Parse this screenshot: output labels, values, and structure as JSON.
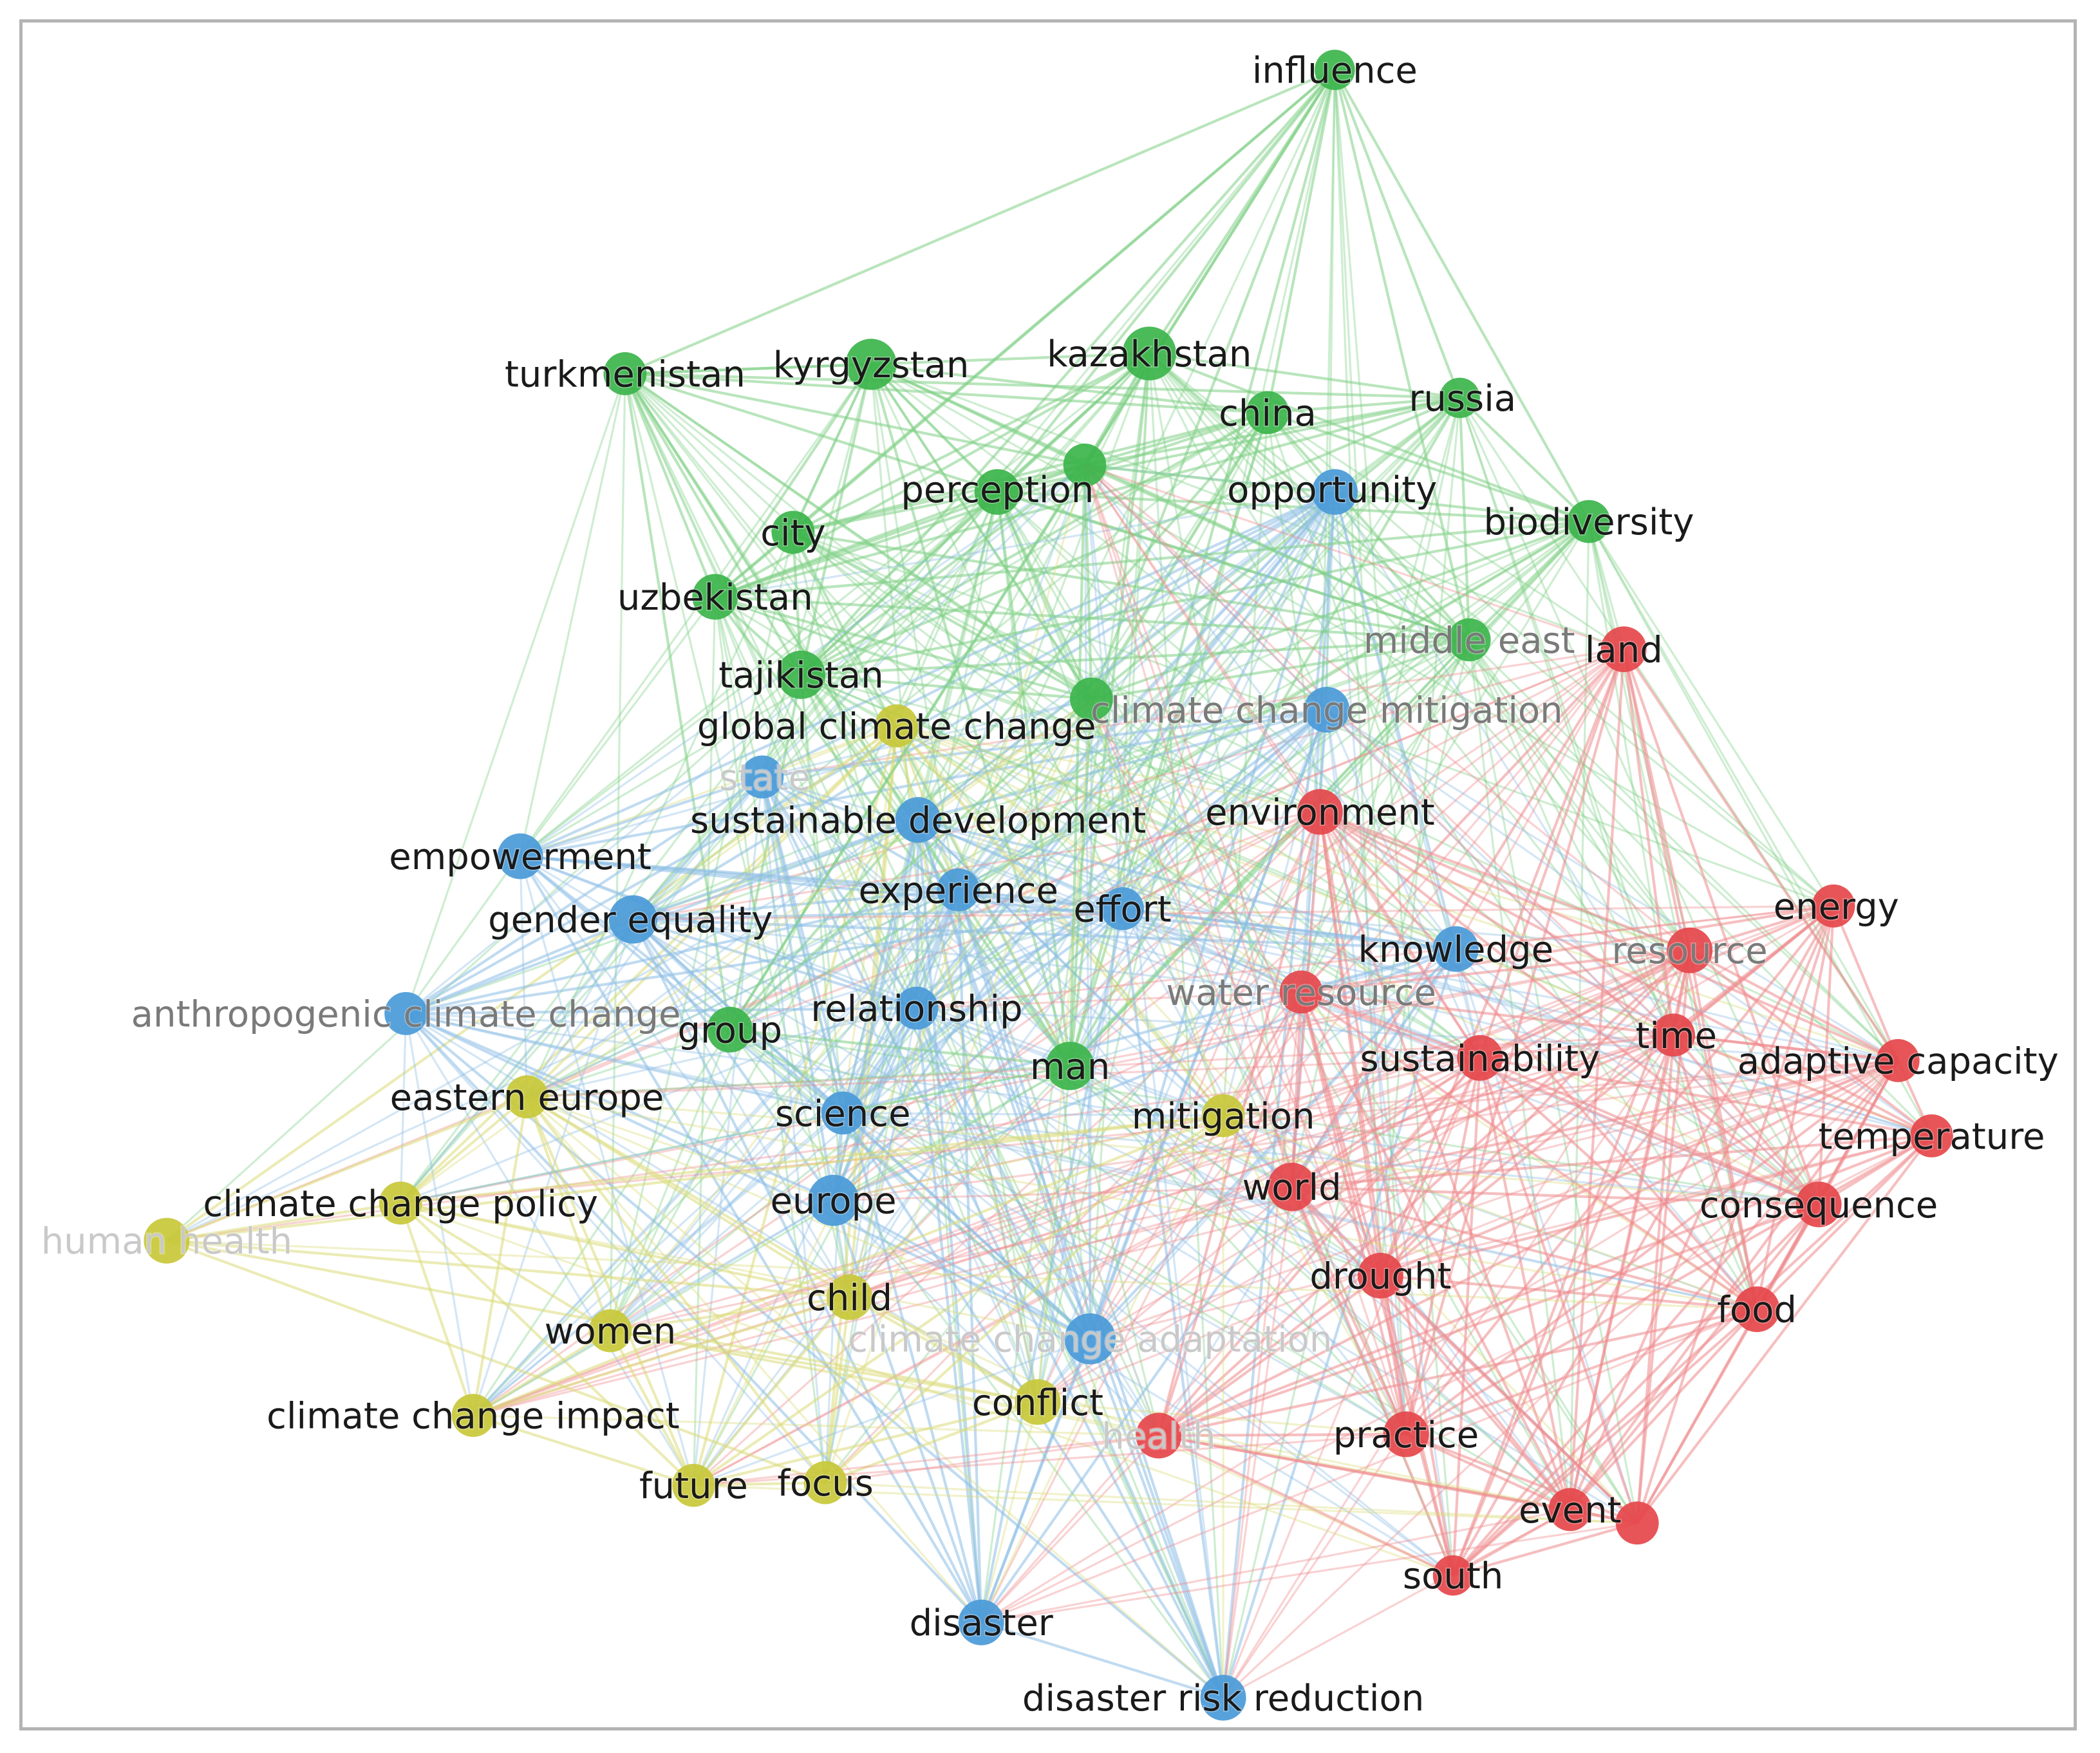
{
  "colors": {
    "red": "#e5474b",
    "green": "#3cb44b",
    "blue": "#4a9ad8",
    "yellow": "#c8c83a"
  },
  "nodes": [
    {
      "id": "influence",
      "label": "influence",
      "cluster": "green"
    },
    {
      "id": "turkmenistan",
      "label": "turkmenistan",
      "cluster": "green"
    },
    {
      "id": "kyrgyzstan",
      "label": "kyrgyzstan",
      "cluster": "green"
    },
    {
      "id": "kazakhstan",
      "label": "kazakhstan",
      "cluster": "green"
    },
    {
      "id": "china",
      "label": "china",
      "cluster": "green"
    },
    {
      "id": "russia",
      "label": "russia",
      "cluster": "green"
    },
    {
      "id": "perception",
      "label": "perception",
      "cluster": "green"
    },
    {
      "id": "opportunity",
      "label": "opportunity",
      "cluster": "blue"
    },
    {
      "id": "city",
      "label": "city",
      "cluster": "green"
    },
    {
      "id": "biodiversity",
      "label": "biodiversity",
      "cluster": "green"
    },
    {
      "id": "uzbekistan",
      "label": "uzbekistan",
      "cluster": "green"
    },
    {
      "id": "middle_east",
      "label": "middle east",
      "cluster": "green"
    },
    {
      "id": "land",
      "label": "land",
      "cluster": "red"
    },
    {
      "id": "tajikistan",
      "label": "tajikistan",
      "cluster": "green"
    },
    {
      "id": "climate_change_mitigation",
      "label": "climate change mitigation",
      "cluster": "blue"
    },
    {
      "id": "global_climate_change",
      "label": "global climate change",
      "cluster": "yellow"
    },
    {
      "id": "state",
      "label": "state",
      "cluster": "blue"
    },
    {
      "id": "sustainable_development",
      "label": "sustainable development",
      "cluster": "blue"
    },
    {
      "id": "environment",
      "label": "environment",
      "cluster": "red"
    },
    {
      "id": "empowerment",
      "label": "empowerment",
      "cluster": "blue"
    },
    {
      "id": "experience",
      "label": "experience",
      "cluster": "blue"
    },
    {
      "id": "effort",
      "label": "effort",
      "cluster": "blue"
    },
    {
      "id": "energy",
      "label": "energy",
      "cluster": "red"
    },
    {
      "id": "gender_equality",
      "label": "gender equality",
      "cluster": "blue"
    },
    {
      "id": "knowledge",
      "label": "knowledge",
      "cluster": "blue"
    },
    {
      "id": "resource",
      "label": "resource",
      "cluster": "red"
    },
    {
      "id": "water_resource",
      "label": "water resource",
      "cluster": "red"
    },
    {
      "id": "anthropogenic_climate_change",
      "label": "anthropogenic climate change",
      "cluster": "blue"
    },
    {
      "id": "group",
      "label": "group",
      "cluster": "green"
    },
    {
      "id": "relationship",
      "label": "relationship",
      "cluster": "blue"
    },
    {
      "id": "time",
      "label": "time",
      "cluster": "red"
    },
    {
      "id": "sustainability",
      "label": "sustainability",
      "cluster": "red"
    },
    {
      "id": "adaptive_capacity",
      "label": "adaptive capacity",
      "cluster": "red"
    },
    {
      "id": "man",
      "label": "man",
      "cluster": "green"
    },
    {
      "id": "eastern_europe",
      "label": "eastern europe",
      "cluster": "yellow"
    },
    {
      "id": "science",
      "label": "science",
      "cluster": "blue"
    },
    {
      "id": "mitigation",
      "label": "mitigation",
      "cluster": "yellow"
    },
    {
      "id": "temperature",
      "label": "temperature",
      "cluster": "red"
    },
    {
      "id": "world",
      "label": "world",
      "cluster": "red"
    },
    {
      "id": "consequence",
      "label": "consequence",
      "cluster": "red"
    },
    {
      "id": "climate_change_policy",
      "label": "climate change policy",
      "cluster": "yellow"
    },
    {
      "id": "europe",
      "label": "europe",
      "cluster": "blue"
    },
    {
      "id": "human_health",
      "label": "human health",
      "cluster": "yellow"
    },
    {
      "id": "drought",
      "label": "drought",
      "cluster": "red"
    },
    {
      "id": "child",
      "label": "child",
      "cluster": "yellow"
    },
    {
      "id": "food",
      "label": "food",
      "cluster": "red"
    },
    {
      "id": "women",
      "label": "women",
      "cluster": "yellow"
    },
    {
      "id": "climate_change_adaptation",
      "label": "climate change adaptation",
      "cluster": "blue"
    },
    {
      "id": "conflict",
      "label": "conflict",
      "cluster": "yellow"
    },
    {
      "id": "climate_change_impact",
      "label": "climate change impact",
      "cluster": "yellow"
    },
    {
      "id": "practice",
      "label": "practice",
      "cluster": "red"
    },
    {
      "id": "health",
      "label": "health",
      "cluster": "red"
    },
    {
      "id": "future",
      "label": "future",
      "cluster": "yellow"
    },
    {
      "id": "focus",
      "label": "focus",
      "cluster": "yellow"
    },
    {
      "id": "event",
      "label": "event",
      "cluster": "red"
    },
    {
      "id": "extreme_event",
      "label": "",
      "cluster": "red"
    },
    {
      "id": "south",
      "label": "south",
      "cluster": "red"
    },
    {
      "id": "disaster",
      "label": "disaster",
      "cluster": "blue"
    },
    {
      "id": "disaster_risk_reduction",
      "label": "disaster risk reduction",
      "cluster": "blue"
    },
    {
      "id": "green_a",
      "label": "",
      "cluster": "green"
    },
    {
      "id": "green_b",
      "label": "",
      "cluster": "green"
    }
  ]
}
